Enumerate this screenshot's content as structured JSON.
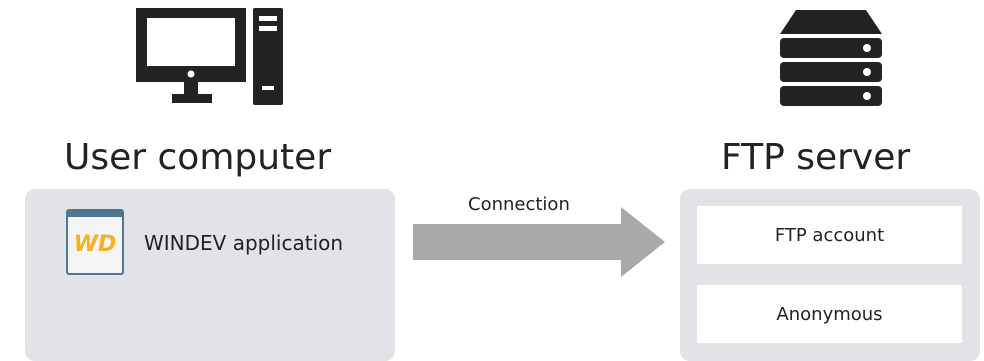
{
  "left": {
    "icon": "computer-icon",
    "title": "User computer",
    "app": {
      "icon": "windev-icon",
      "icon_text": "WD",
      "label": "WINDEV application"
    }
  },
  "connection": {
    "label": "Connection"
  },
  "right": {
    "icon": "server-icon",
    "title": "FTP server",
    "items": [
      {
        "label": "FTP account"
      },
      {
        "label": "Anonymous"
      }
    ]
  },
  "colors": {
    "icon": "#222222",
    "panel": "#e2e3e7",
    "arrow": "#a8a9ab",
    "wd_yellow": "#f5b120",
    "wd_border": "#4f7793"
  }
}
